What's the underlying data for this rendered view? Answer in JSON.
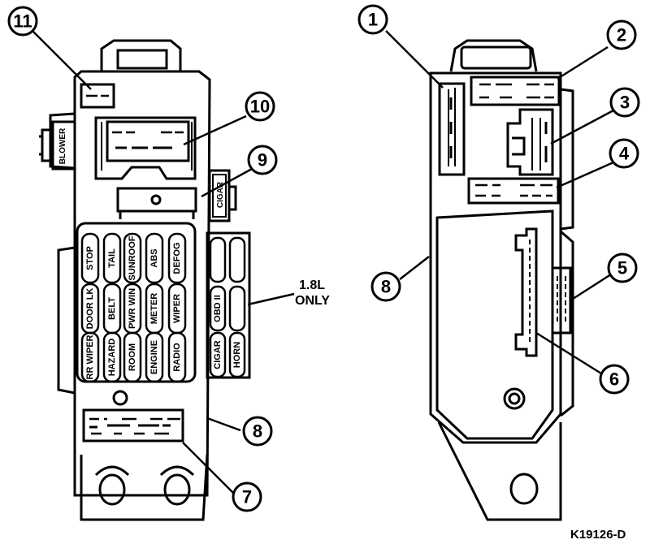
{
  "callouts": [
    "1",
    "2",
    "3",
    "4",
    "5",
    "6",
    "7",
    "8",
    "9",
    "10",
    "11"
  ],
  "left_box": {
    "side_labels": {
      "blower": "BLOWER",
      "cigar_top": "CIGAR"
    },
    "fuses": [
      [
        "STOP",
        "TAIL",
        "SUNROOF",
        "ABS",
        "DEFOG"
      ],
      [
        "DOOR LK",
        "BELT",
        "PWR WIN",
        "METER",
        "WIPER"
      ],
      [
        "RR WIPER",
        "HAZARD",
        "ROOM",
        "ENGINE",
        "RADIO"
      ]
    ],
    "extra_fuses": [
      "CIGAR",
      "OBD II",
      "HORN"
    ],
    "note_line1": "1.8L",
    "note_line2": "ONLY"
  },
  "figure_ref": "K19126-D"
}
